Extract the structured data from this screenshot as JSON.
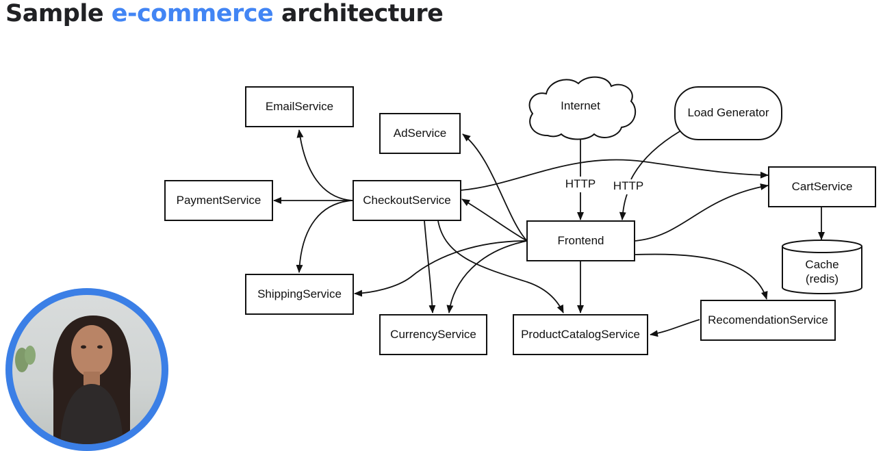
{
  "slide": {
    "title_prefix": "Sample ",
    "title_accent": "e-commerce",
    "title_suffix": " architecture"
  },
  "colors": {
    "title": "#202124",
    "accent": "#4285f4",
    "presenter_ring": "#3b7fe6",
    "diagram_ink": "#111111"
  },
  "nodes": {
    "email_service": "EmailService",
    "ad_service": "AdService",
    "internet": "Internet",
    "load_generator": "Load Generator",
    "payment_service": "PaymentService",
    "checkout_service": "CheckoutService",
    "cart_service": "CartService",
    "frontend": "Frontend",
    "cache_line1": "Cache",
    "cache_line2": "(redis)",
    "shipping_service": "ShippingService",
    "currency_service": "CurrencyService",
    "product_catalog_service": "ProductCatalogService",
    "recommendation_service": "RecomendationService"
  },
  "edge_labels": {
    "internet_http": "HTTP",
    "loadgen_http": "HTTP"
  },
  "presenter": {
    "icon": "presenter-video-thumbnail"
  }
}
